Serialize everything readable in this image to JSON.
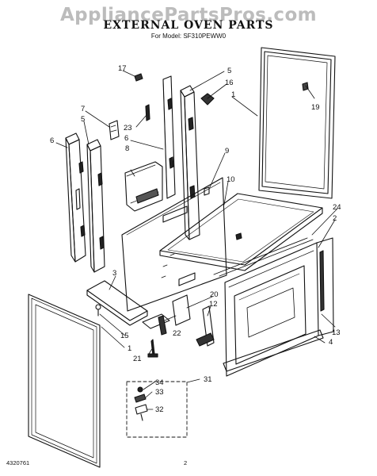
{
  "watermark": "AppliancePartsPros.com",
  "header": {
    "title": "EXTERNAL OVEN PARTS",
    "model_line": "For Model: SF310PEWW0"
  },
  "footer": {
    "code": "4320761",
    "page": "2"
  },
  "part_labels": {
    "p1a": "1",
    "p1b": "1",
    "p2": "2",
    "p3": "3",
    "p4": "4",
    "p5a": "5",
    "p5b": "5",
    "p6a": "6",
    "p6b": "6",
    "p7": "7",
    "p8": "8",
    "p9": "9",
    "p10": "10",
    "p12": "12",
    "p13": "13",
    "p15": "15",
    "p16": "16",
    "p17": "17",
    "p19": "19",
    "p20": "20",
    "p21": "21",
    "p22": "22",
    "p23": "23",
    "p24": "24",
    "p31": "31",
    "p32": "32",
    "p33": "33",
    "p34": "34"
  }
}
